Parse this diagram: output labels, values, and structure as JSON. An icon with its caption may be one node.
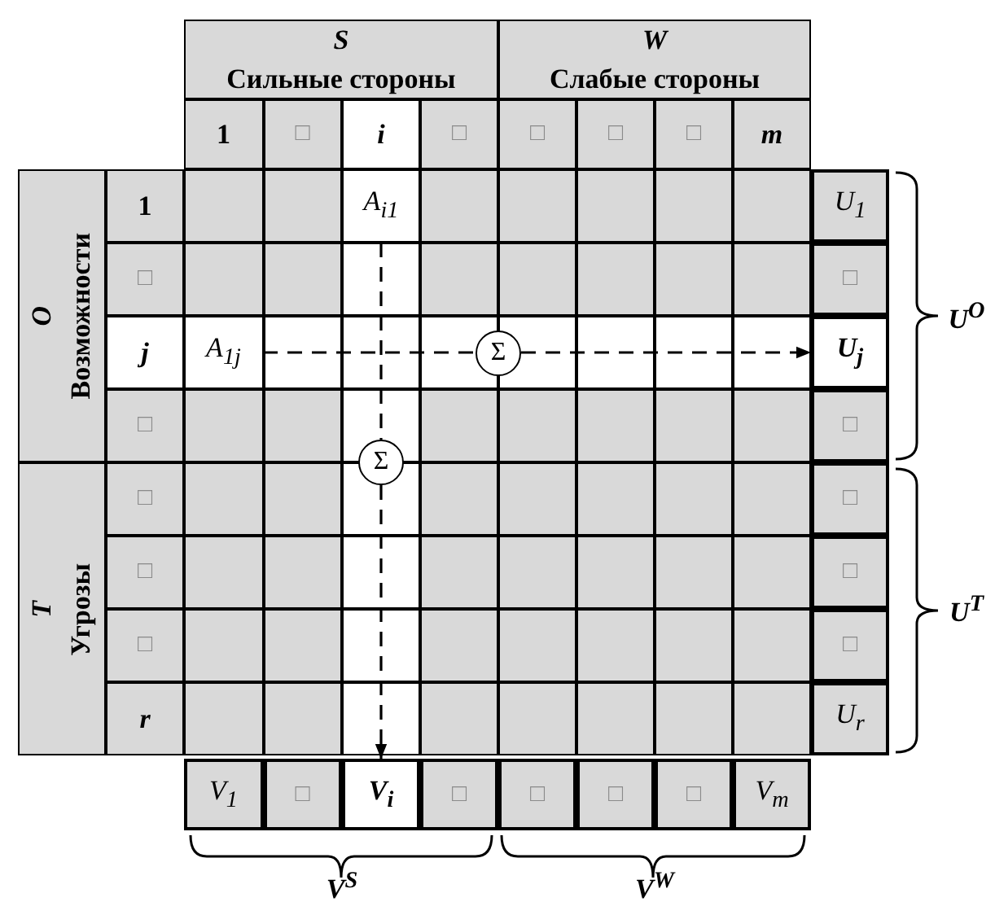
{
  "diagram": {
    "nodes": [
      {
        "text": [
          "*A*$_{i1}$"
        ]
      },
      {
        "text": [
          "*A*$_{1j}$"
        ]
      },
      {
        "text": [
          "Σ"
        ]
      },
      {
        "text": [
          "U$_{j}$"
        ]
      },
      {
        "text": [
          "Σ"
        ]
      },
      {
        "text": [
          "V$_{i}$"
        ]
      }
    ],
    "edges": [
      {
        "from": 1,
        "to": 2,
        "arrow": "none",
        "style": "dashed"
      },
      {
        "from": 2,
        "to": 3,
        "arrow": "to",
        "style": "dashed"
      },
      {
        "from": 0,
        "to": 4,
        "arrow": "none",
        "style": "dashed"
      },
      {
        "from": 4,
        "to": 5,
        "arrow": "to",
        "style": "dashed"
      }
    ],
    "labels": [
      "S",
      "Сильные стороны",
      "W",
      "Слабые стороны",
      "1",
      "□",
      "i",
      "□",
      "□",
      "□",
      "□",
      "m",
      "O",
      "Возможности",
      "1",
      "*U*$_{1}$",
      "□",
      "□",
      "j",
      "□",
      "□",
      "T",
      "Угрозы",
      "□",
      "□",
      "□",
      "□",
      "□",
      "□",
      "r",
      "*U*$_{r}$",
      "*V*$_{1}$",
      "□",
      "□",
      "□",
      "□",
      "□",
      "*V*$_{m}$",
      "U$^{O}$",
      "U$^{T}$",
      "V$^{S}$",
      "V$^{W}$"
    ]
  }
}
